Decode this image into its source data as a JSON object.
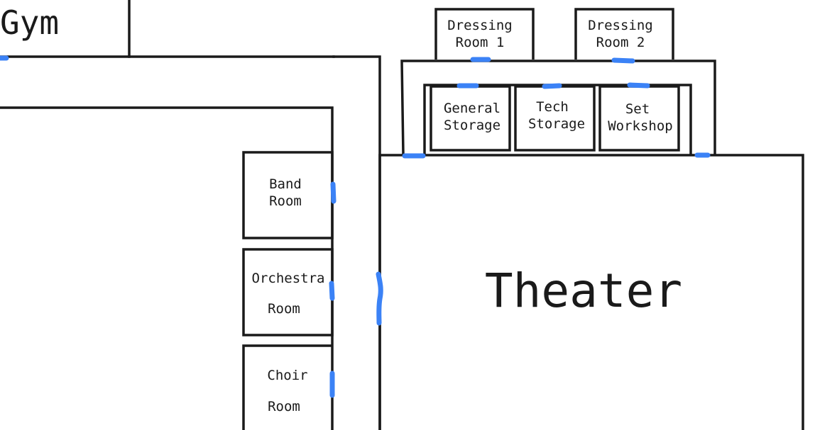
{
  "floorplan": {
    "rooms": {
      "gym": {
        "label": "Gym"
      },
      "theater": {
        "label": "Theater"
      },
      "dressing_room_1": {
        "line1": "Dressing",
        "line2": "Room 1"
      },
      "dressing_room_2": {
        "line1": "Dressing",
        "line2": "Room 2"
      },
      "general_storage": {
        "line1": "General",
        "line2": "Storage"
      },
      "tech_storage": {
        "line1": "Tech",
        "line2": "Storage"
      },
      "set_workshop": {
        "line1": "Set",
        "line2": "Workshop"
      },
      "band_room": {
        "line1": "Band",
        "line2": "Room"
      },
      "orchestra_room": {
        "line1": "Orchestra",
        "line2": "Room"
      },
      "choir_room": {
        "line1": "Choir",
        "line2": "Room"
      }
    },
    "colors": {
      "wall": "#1a1a1a",
      "door": "#3b82f6",
      "background": "#ffffff"
    }
  }
}
